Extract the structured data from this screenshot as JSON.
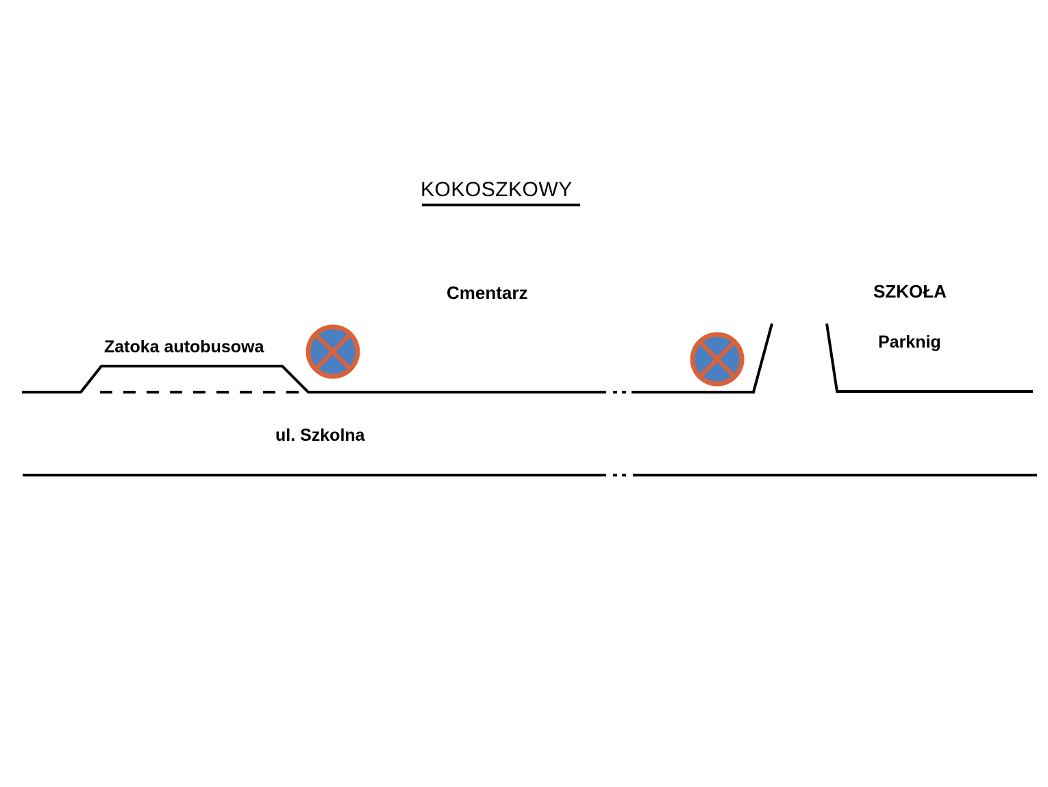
{
  "title": "KOKOSZKOWY",
  "labels": {
    "cemetery": "Cmentarz",
    "school": "SZKOŁA",
    "parking": "Parknig",
    "bus_bay": "Zatoka autobusowa",
    "street": "ul. Szkolna"
  },
  "signs": [
    {
      "type": "no-stopping"
    },
    {
      "type": "no-stopping"
    }
  ],
  "colors": {
    "line": "#000000",
    "sign_ring": "#d9623b",
    "sign_fill": "#4a7fc1",
    "background": "#ffffff"
  }
}
